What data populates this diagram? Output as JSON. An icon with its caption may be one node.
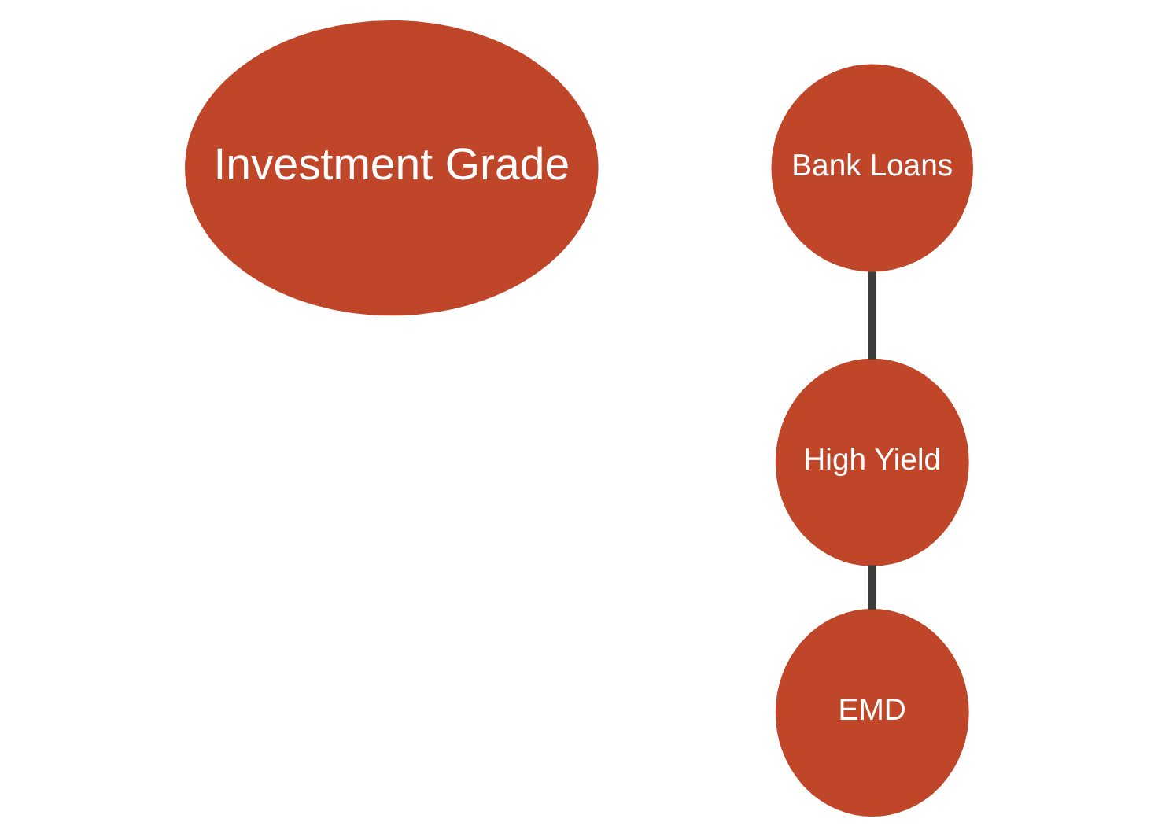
{
  "diagram": {
    "nodes": [
      {
        "text": [
          "Investment Grade"
        ]
      },
      {
        "text": [
          "Bank Loans"
        ]
      },
      {
        "text": [
          "High Yield"
        ]
      },
      {
        "text": [
          "EMD"
        ]
      }
    ],
    "edges": [
      {
        "from": 1,
        "to": 2,
        "arrow": "none"
      },
      {
        "from": 2,
        "to": 3,
        "arrow": "none"
      }
    ]
  }
}
